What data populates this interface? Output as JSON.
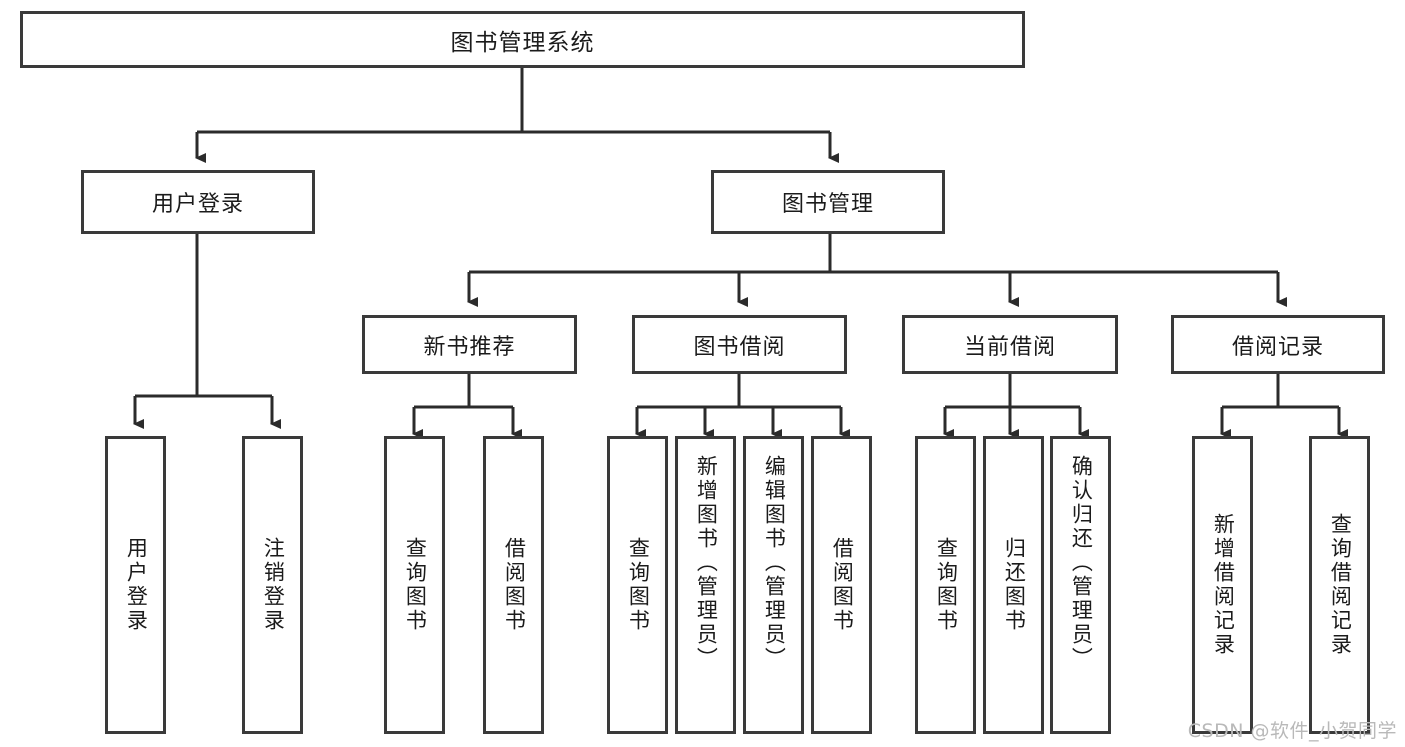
{
  "diagram": {
    "title": "图书管理系统",
    "type": "hierarchy-tree",
    "levels": 4,
    "root": {
      "label": "图书管理系统"
    },
    "level2": [
      {
        "label": "用户登录"
      },
      {
        "label": "图书管理"
      }
    ],
    "level3": [
      {
        "label": "新书推荐"
      },
      {
        "label": "图书借阅"
      },
      {
        "label": "当前借阅"
      },
      {
        "label": "借阅记录"
      }
    ],
    "leaves": {
      "user_login": [
        {
          "label": "用户登录"
        },
        {
          "label": "注销登录"
        }
      ],
      "new_book_recommend": [
        {
          "label": "查询图书"
        },
        {
          "label": "借阅图书"
        }
      ],
      "book_borrow": [
        {
          "label": "查询图书"
        },
        {
          "label": "新增图书（管理员）"
        },
        {
          "label": "编辑图书（管理员）"
        },
        {
          "label": "借阅图书"
        }
      ],
      "current_borrow": [
        {
          "label": "查询图书"
        },
        {
          "label": "归还图书"
        },
        {
          "label": "确认归还（管理员）"
        }
      ],
      "borrow_record": [
        {
          "label": "新增借阅记录"
        },
        {
          "label": "查询借阅记录"
        }
      ]
    }
  },
  "watermark": {
    "text": "CSDN @软件_小贺同学"
  },
  "colors": {
    "border": "#3a3a3a",
    "text": "#1b1b1b",
    "background": "#ffffff",
    "watermark": "#b9b9b9"
  }
}
